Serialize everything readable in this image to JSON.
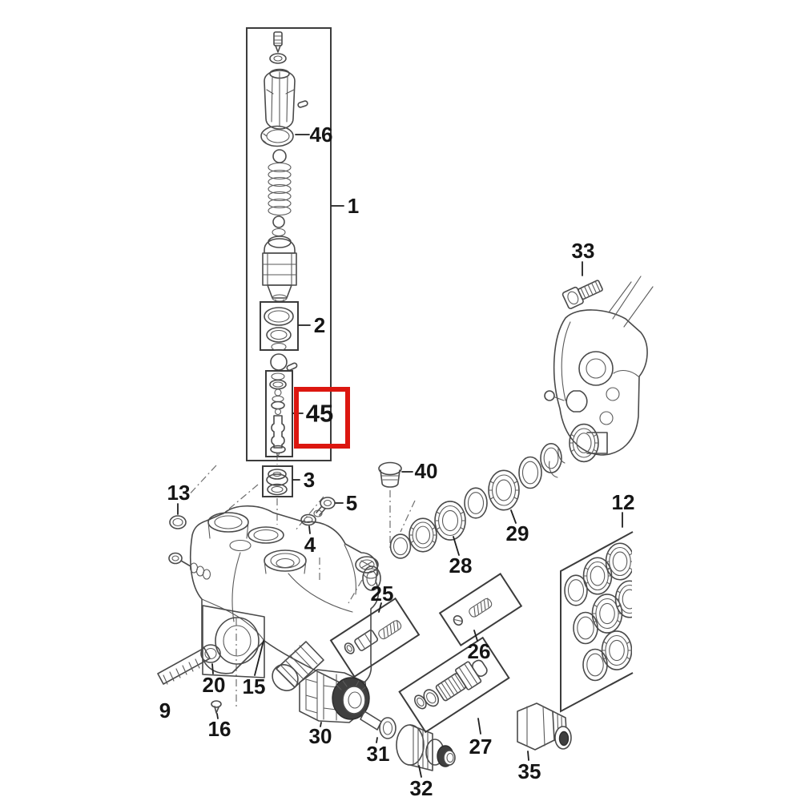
{
  "figure": {
    "kind": "exploded-parts-diagram",
    "highlighted_part": "45"
  },
  "colors": {
    "background": "#ffffff",
    "line_art": "#4a4a4a",
    "label_text": "#151515",
    "highlight_red": "#dc1710"
  },
  "labels": {
    "p1": "1",
    "p2": "2",
    "p3": "3",
    "p4": "4",
    "p5": "5",
    "p9": "9",
    "p12": "12",
    "p13": "13",
    "p15": "15",
    "p16": "16",
    "p20": "20",
    "p25": "25",
    "p26": "26",
    "p27": "27",
    "p28": "28",
    "p29": "29",
    "p30": "30",
    "p31": "31",
    "p32": "32",
    "p33": "33",
    "p35": "35",
    "p40": "40",
    "p45": "45",
    "p46": "46"
  }
}
